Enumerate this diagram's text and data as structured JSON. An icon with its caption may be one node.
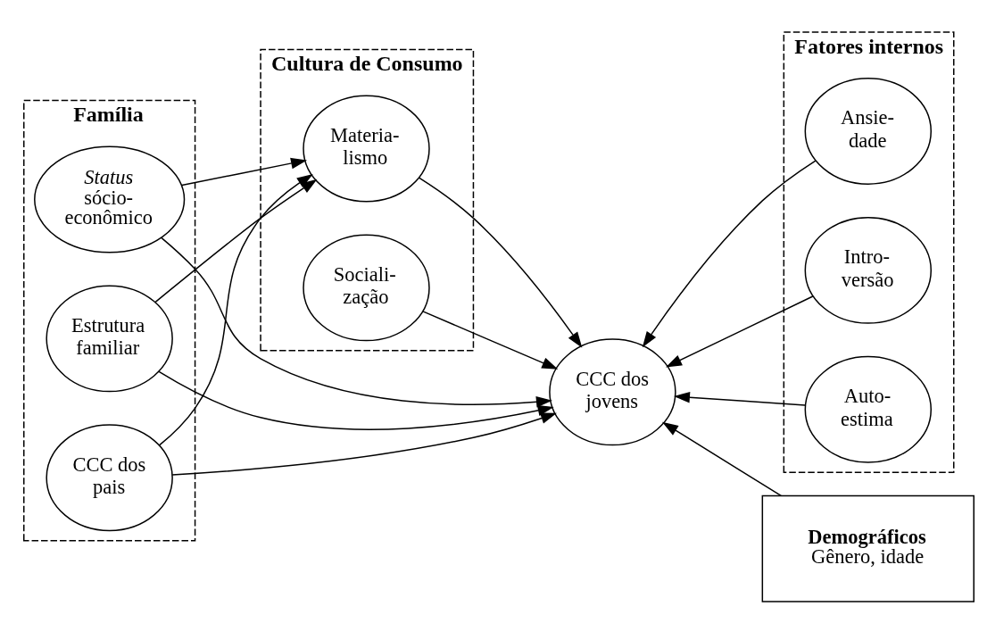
{
  "diagram": {
    "nodes": [
      {
        "text": [
          "Família"
        ]
      },
      {
        "text": [
          "Estrutura familiar"
        ],
        "in": 0
      },
      {
        "text": [
          "CCC dos pais"
        ],
        "in": 0
      },
      {
        "text": [
          "*Status* sócio- econômico"
        ],
        "in": 0
      },
      {
        "text": [
          "Cultura de Consumo"
        ]
      },
      {
        "text": [
          "Materia- lismo"
        ],
        "in": 4
      },
      {
        "text": [
          "Sociali- zação"
        ],
        "in": 4
      },
      {
        "text": [
          "Fatores internos"
        ]
      },
      {
        "text": [
          "Auto- estima"
        ],
        "in": 7
      },
      {
        "text": [
          "Ansie- dade"
        ],
        "in": 7
      },
      {
        "text": [
          "Intro- versão"
        ],
        "in": 7
      },
      {
        "text": [
          "CCC dos jovens"
        ]
      },
      {
        "text": [
          "Demográficos",
          "Gênero, idade"
        ]
      }
    ],
    "edges": [
      {
        "from": 1,
        "to": 5,
        "arrow": "to"
      },
      {
        "from": 1,
        "to": 11,
        "arrow": "to"
      },
      {
        "from": 2,
        "to": 5,
        "arrow": "to"
      },
      {
        "from": 2,
        "to": 11,
        "arrow": "to"
      },
      {
        "from": 3,
        "to": 5,
        "arrow": "to"
      },
      {
        "from": 3,
        "to": 11,
        "arrow": "to"
      },
      {
        "from": 5,
        "to": 11,
        "arrow": "to"
      },
      {
        "from": 6,
        "to": 11,
        "arrow": "to"
      },
      {
        "from": 8,
        "to": 11,
        "arrow": "to"
      },
      {
        "from": 9,
        "to": 11,
        "arrow": "to"
      },
      {
        "from": 10,
        "to": 11,
        "arrow": "to"
      },
      {
        "from": 12,
        "to": 11,
        "arrow": "to"
      }
    ]
  }
}
